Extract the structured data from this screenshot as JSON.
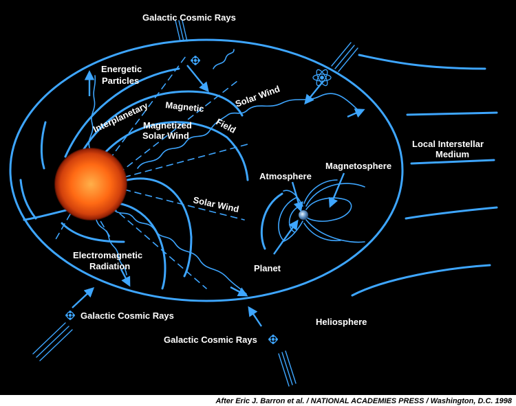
{
  "labels": {
    "gcr_top": "Galactic Cosmic Rays",
    "energetic_line1": "Energetic",
    "energetic_line2": "Particles",
    "solar_wind_upper": "Solar Wind",
    "interplanetary": "Interplanetary",
    "magnetic": "Magnetic",
    "field": "Field",
    "magnetized_line1": "Magnetized",
    "magnetized_line2": "Solar Wind",
    "local_line1": "Local Interstellar",
    "local_line2": "Medium",
    "magnetosphere": "Magnetosphere",
    "atmosphere": "Atmosphere",
    "solar_wind_lower": "Solar Wind",
    "planet": "Planet",
    "em_line1": "Electromagnetic",
    "em_line2": "Radiation",
    "gcr_left": "Galactic Cosmic Rays",
    "heliosphere": "Heliosphere",
    "gcr_bottom": "Galactic Cosmic Rays"
  },
  "credit": "After Eric J. Barron et al. / NATIONAL ACADEMIES PRESS / Washington, D.C. 1998",
  "colors": {
    "background": "#000000",
    "line": "#3ea6ff",
    "text": "#ffffff",
    "sun_core": "#ff8a2a",
    "sun_edge": "#b42a08"
  },
  "icons": [
    "sun-icon",
    "earth-icon",
    "atom-icon",
    "particle-icon"
  ]
}
